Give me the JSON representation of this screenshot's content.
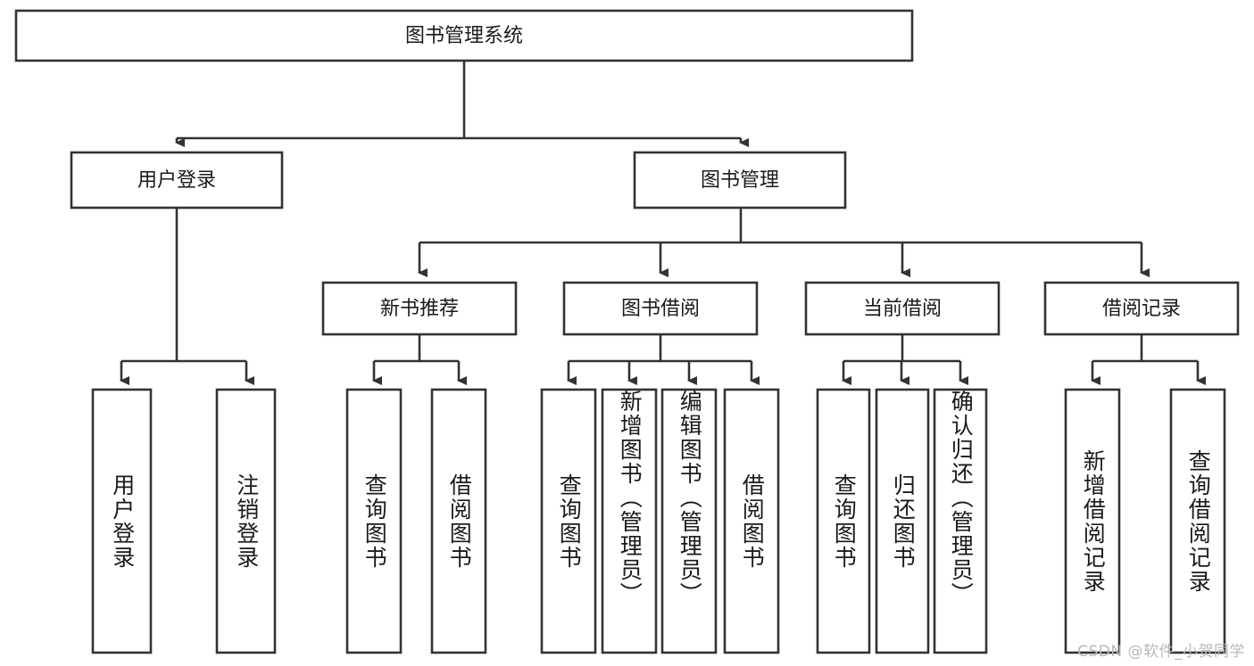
{
  "diagram": {
    "type": "hierarchy-tree",
    "title": "图书管理系统",
    "orientation": "top-down",
    "colors": {
      "box_fill": "#ffffff",
      "box_stroke": "#333333",
      "text": "#1a1a1a",
      "background": "#ffffff",
      "watermark": "#b9b9b9"
    },
    "root": {
      "label": "图书管理系统",
      "level": 0
    },
    "level1": [
      {
        "label": "用户登录"
      },
      {
        "label": "图书管理"
      }
    ],
    "level2": [
      {
        "label": "新书推荐"
      },
      {
        "label": "图书借阅"
      },
      {
        "label": "当前借阅"
      },
      {
        "label": "借阅记录"
      }
    ],
    "leaves": {
      "user_login": [
        {
          "label": "用户登录"
        },
        {
          "label": "注销登录"
        }
      ],
      "new_book_recommend": [
        {
          "label": "查询图书"
        },
        {
          "label": "借阅图书"
        }
      ],
      "book_borrow": [
        {
          "label": "查询图书"
        },
        {
          "label": "新增图书（管理员）"
        },
        {
          "label": "编辑图书（管理员）"
        },
        {
          "label": "借阅图书"
        }
      ],
      "current_borrow": [
        {
          "label": "查询图书"
        },
        {
          "label": "归还图书"
        },
        {
          "label": "确认归还（管理员）"
        }
      ],
      "borrow_record": [
        {
          "label": "新增借阅记录"
        },
        {
          "label": "查询借阅记录"
        }
      ]
    },
    "watermark": "CSDN @软件_小贺同学"
  }
}
